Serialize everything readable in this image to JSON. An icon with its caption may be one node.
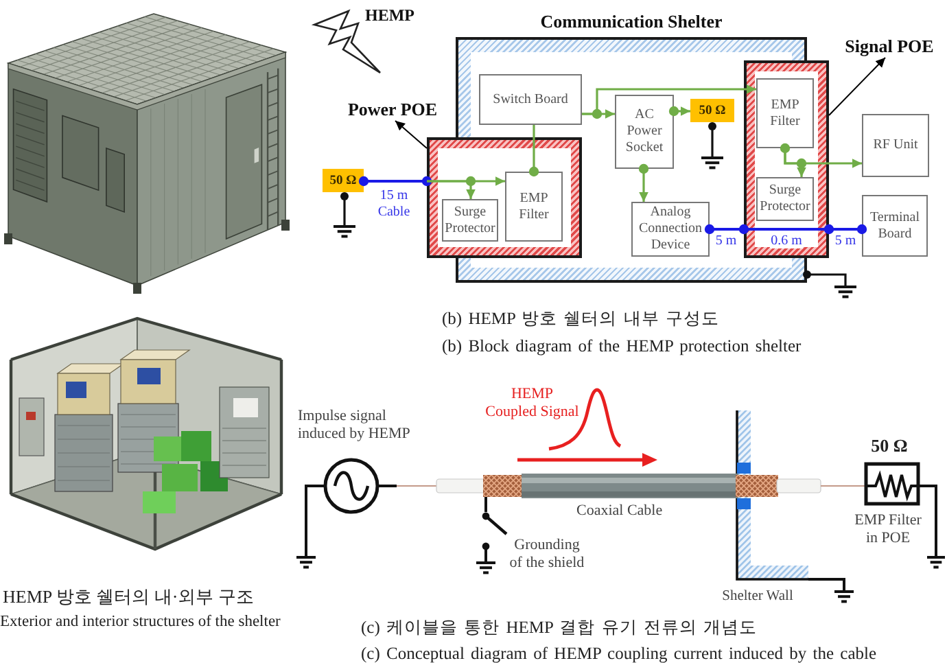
{
  "diagram": {
    "nodes": [
      {
        "text": [
          "Communication Shelter"
        ]
      },
      {
        "text": [
          "Switch Board"
        ],
        "in": 0
      },
      {
        "text": [
          "AC Power Socket"
        ],
        "in": 0
      },
      {
        "text": [
          "50 Ω"
        ],
        "in": 0
      },
      {
        "text": [
          "Analog Connection Device"
        ],
        "in": 0
      },
      {
        "text": [
          "Power POE"
        ]
      },
      {
        "text": [],
        "shape": "box"
      },
      {
        "text": [
          "Surge Protector"
        ],
        "in": 6
      },
      {
        "text": [
          "EMP Filter"
        ],
        "in": 6
      },
      {
        "text": [
          "50 Ω"
        ]
      },
      {
        "text": [
          "Signal POE"
        ]
      },
      {
        "text": [],
        "shape": "box"
      },
      {
        "text": [
          "EMP Filter"
        ],
        "in": 11
      },
      {
        "text": [
          "Surge Protector"
        ],
        "in": 11
      },
      {
        "text": [
          "RF Unit"
        ]
      },
      {
        "text": [
          "Terminal Board"
        ]
      }
    ],
    "edges": [
      {
        "from": 9,
        "to": 6,
        "arrow": "other",
        "label": "15 m Cable",
        "color": "#1a1ae6"
      },
      {
        "from": 6,
        "to": 8,
        "arrow": "to"
      },
      {
        "from": 6,
        "to": 7,
        "arrow": "to"
      },
      {
        "from": 8,
        "to": 1,
        "arrow": "other"
      },
      {
        "from": 1,
        "to": 2,
        "arrow": "to"
      },
      {
        "from": 1,
        "to": 12,
        "arrow": "to"
      },
      {
        "from": 2,
        "to": 3,
        "arrow": "to"
      },
      {
        "from": 2,
        "to": 4,
        "arrow": "to"
      },
      {
        "from": 4,
        "to": 11,
        "arrow": "other",
        "label": "5 m",
        "color": "#1a1ae6"
      },
      {
        "from": 11,
        "to": 15,
        "arrow": "other",
        "label": "5 m",
        "color": "#1a1ae6"
      },
      {
        "from": 12,
        "to": 14,
        "arrow": "to"
      },
      {
        "from": 12,
        "to": 13,
        "arrow": "to"
      },
      {
        "from": 6,
        "to": 5,
        "arrow": "to",
        "color": "#000000"
      },
      {
        "from": 11,
        "to": 10,
        "arrow": "to",
        "color": "#000000"
      }
    ],
    "labels": [
      "HEMP",
      "0.6 m",
      "(b) HEMP 방호 쉘터의 내부 구성도",
      "(b) Block diagram of the HEMP protection shelter",
      "HEMP Coupled Signal",
      "Impulse signal induced by HEMP",
      "50 Ω",
      "Coaxial Cable",
      "Grounding of the shield",
      "EMP Filter in POE",
      "Shelter Wall",
      "HEMP 방호 쉘터의 내·외부 구조",
      "Exterior and interior structures of the shelter",
      "(c) 케이블을 통한 HEMP 결합 유기 전류의 개념도",
      "(c) Conceptual diagram of HEMP coupling current induced by the cable"
    ]
  }
}
